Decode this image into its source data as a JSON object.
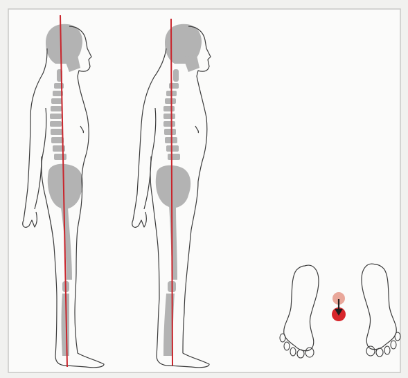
{
  "figure": {
    "panels": [
      {
        "id": "posture-a",
        "plumb_line": true
      },
      {
        "id": "posture-b",
        "plumb_line": true
      },
      {
        "id": "footprints-top-view",
        "center_of_gravity_marker": true
      }
    ],
    "colors": {
      "frame": "#c8c8c6",
      "card": "#fbfbfa",
      "outline": "#3a3a3a",
      "bone": "#b3b3b3",
      "plumb_line": "#c9252c",
      "cog_light": "#e9a79a",
      "cog_dark": "#d7262b",
      "arrow": "#1e1e1e"
    }
  }
}
